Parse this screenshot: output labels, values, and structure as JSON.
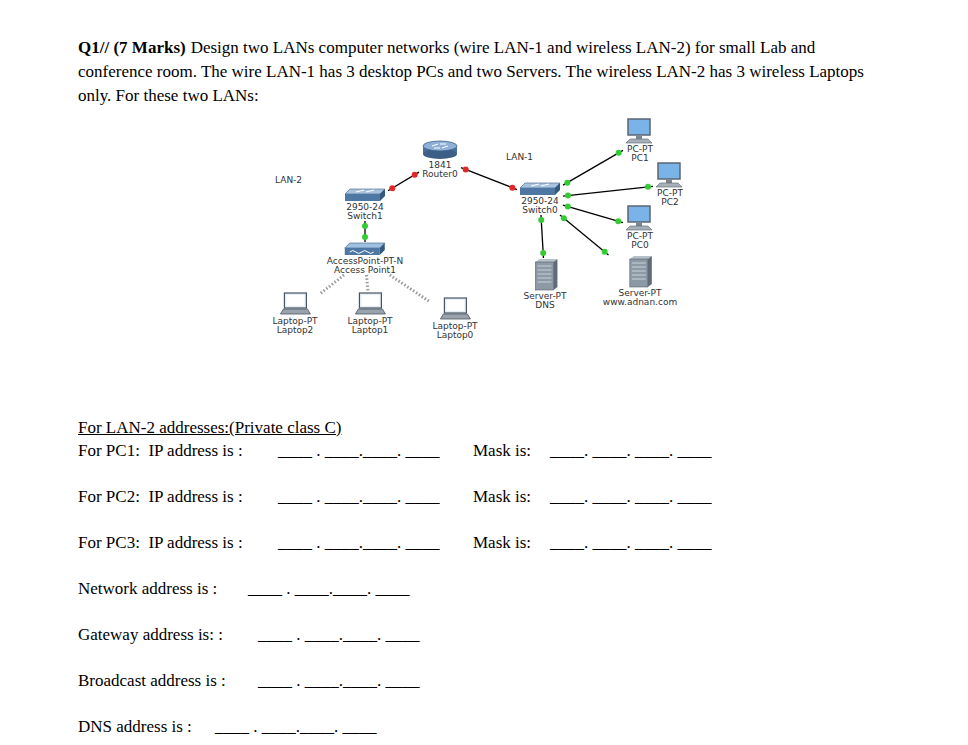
{
  "diagram": {
    "title": "Q1// (7 Marks)",
    "nodes": [
      {
        "text": [
          "1841",
          "Router0"
        ]
      },
      {
        "text": [
          "2950-24",
          "Switch1"
        ]
      },
      {
        "text": [
          "AccessPoint-PT-N",
          "Access Point1"
        ]
      },
      {
        "text": [
          "Laptop-PT",
          "Laptop2"
        ]
      },
      {
        "text": [
          "Laptop-PT",
          "Laptop1"
        ]
      },
      {
        "text": [
          "Laptop-PT",
          "Laptop0"
        ]
      },
      {
        "text": [
          "2950-24",
          "Switch0"
        ]
      },
      {
        "text": [
          "PC-PT",
          "PC1"
        ]
      },
      {
        "text": [
          "PC-PT",
          "PC2"
        ]
      },
      {
        "text": [
          "PC-PT",
          "PC0"
        ]
      },
      {
        "text": [
          "Server-PT",
          "DNS"
        ]
      },
      {
        "text": [
          "Server-PT",
          "www.adnan.com"
        ]
      }
    ],
    "edges": [
      {
        "from": 0,
        "to": 1,
        "arrow": "none"
      },
      {
        "from": 0,
        "to": 6,
        "arrow": "none"
      },
      {
        "from": 1,
        "to": 2,
        "arrow": "none"
      },
      {
        "from": 2,
        "to": 3,
        "arrow": "none"
      },
      {
        "from": 2,
        "to": 4,
        "arrow": "none"
      },
      {
        "from": 2,
        "to": 5,
        "arrow": "none"
      },
      {
        "from": 6,
        "to": 7,
        "arrow": "none"
      },
      {
        "from": 6,
        "to": 8,
        "arrow": "none"
      },
      {
        "from": 6,
        "to": 9,
        "arrow": "none"
      },
      {
        "from": 6,
        "to": 10,
        "arrow": "none"
      },
      {
        "from": 6,
        "to": 11,
        "arrow": "none"
      }
    ],
    "labels": [
      "Design two LANs computer networks (wire LAN-1 and wireless LAN-2) for small Lab and conference room. The wire LAN-1 has 3 desktop PCs and two Servers. The wireless LAN-2 has 3 wireless Laptops only. For these two LANs:",
      "LAN-2",
      "LAN-1",
      "For LAN-2 addresses:(Private class C)",
      "For PC1:  IP address is :",
      "____ . ____.____. ____",
      "Mask is:",
      "____. ____. ____. ____",
      "For PC2:  IP address is :",
      "____ . ____.____. ____",
      "Mask is:",
      "____. ____. ____. ____",
      "For PC3:  IP address is :",
      "____ . ____.____. ____",
      "Mask is:",
      "____. ____. ____. ____",
      "Network address is :",
      "____ . ____.____. ____",
      "Gateway address is: :",
      "____ . ____.____. ____",
      "Broadcast address is :",
      "____ . ____.____. ____",
      "DNS address is :",
      "____ . ____.____. ____"
    ]
  }
}
